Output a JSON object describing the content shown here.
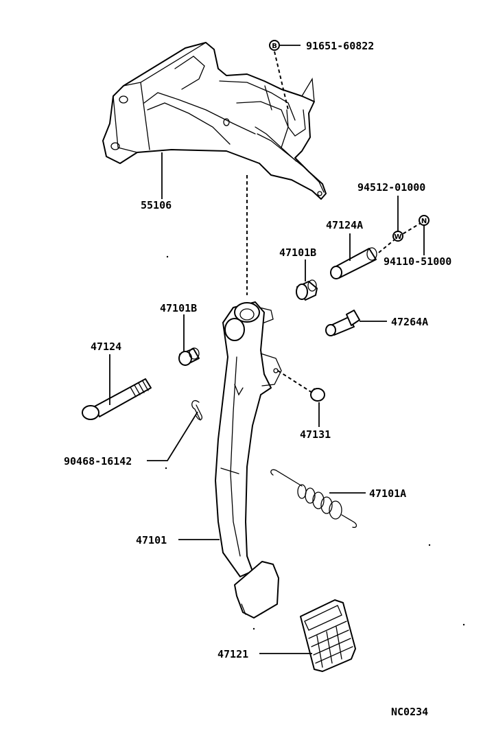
{
  "parts": {
    "nut_top": "91651-60822",
    "bracket": "55106",
    "washer": "94512-01000",
    "nut_n": "94110-51000",
    "pin": "47124A",
    "bushing_right": "47101B",
    "bushing_left": "47101B",
    "bolt_stopper": "47264A",
    "bolt": "47124",
    "clip": "90468-16142",
    "cushion": "47131",
    "spring": "47101A",
    "pedal": "47101",
    "pad": "47121"
  },
  "badges": {
    "nut_top": "B",
    "washer": "W",
    "nut_n": "N"
  },
  "figure_code": "NC0234"
}
